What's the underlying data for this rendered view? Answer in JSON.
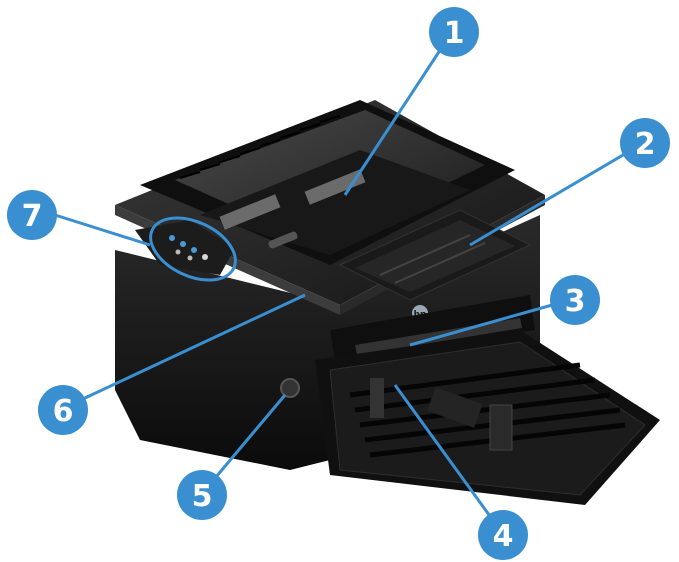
{
  "colors": {
    "callout_fill": "#3a8fd1",
    "callout_line": "#3a8fd1",
    "printer_body": "#141414",
    "printer_edge": "#2e2e2e",
    "tray": "#0d0d0d",
    "panel_glow": "#4a9ad8",
    "logo": "#9aa7b4"
  },
  "callouts": [
    {
      "id": "1",
      "label": "1",
      "part": "output-bin"
    },
    {
      "id": "2",
      "label": "2",
      "part": "output-tray-extension"
    },
    {
      "id": "3",
      "label": "3",
      "part": "priority-feed-slot"
    },
    {
      "id": "4",
      "label": "4",
      "part": "main-input-tray"
    },
    {
      "id": "5",
      "label": "5",
      "part": "power-button"
    },
    {
      "id": "6",
      "label": "6",
      "part": "printer-front"
    },
    {
      "id": "7",
      "label": "7",
      "part": "control-panel"
    }
  ],
  "icons": {
    "logo": "hp-logo-icon"
  }
}
